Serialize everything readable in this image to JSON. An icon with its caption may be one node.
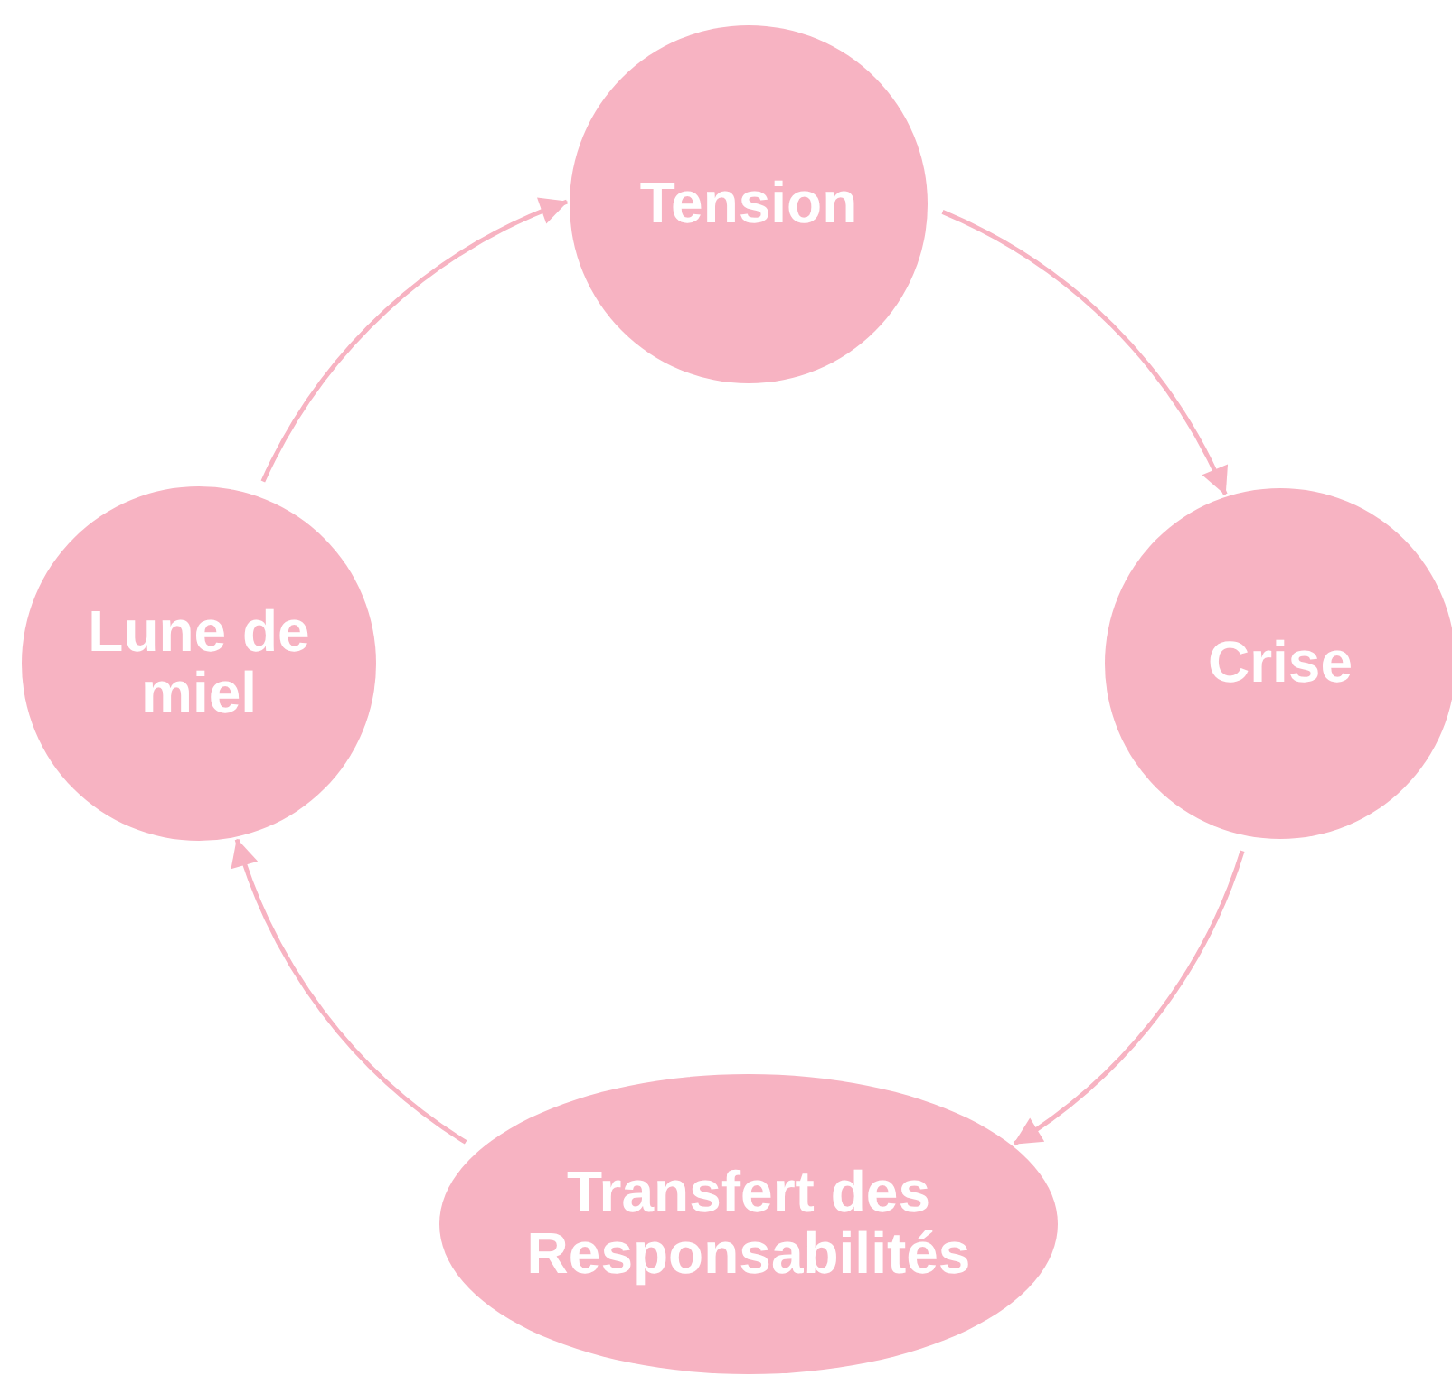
{
  "diagram": {
    "nodes": [
      {
        "text": [
          "Tension"
        ]
      },
      {
        "text": [
          "Crise"
        ]
      },
      {
        "text": [
          "Transfert des Responsabilités"
        ]
      },
      {
        "text": [
          "Lune de miel"
        ]
      }
    ],
    "edges": [
      {
        "from": 0,
        "to": 1,
        "arrow": "to"
      },
      {
        "from": 1,
        "to": 2,
        "arrow": "to"
      },
      {
        "from": 2,
        "to": 3,
        "arrow": "to"
      },
      {
        "from": 3,
        "to": 0,
        "arrow": "to"
      }
    ]
  }
}
